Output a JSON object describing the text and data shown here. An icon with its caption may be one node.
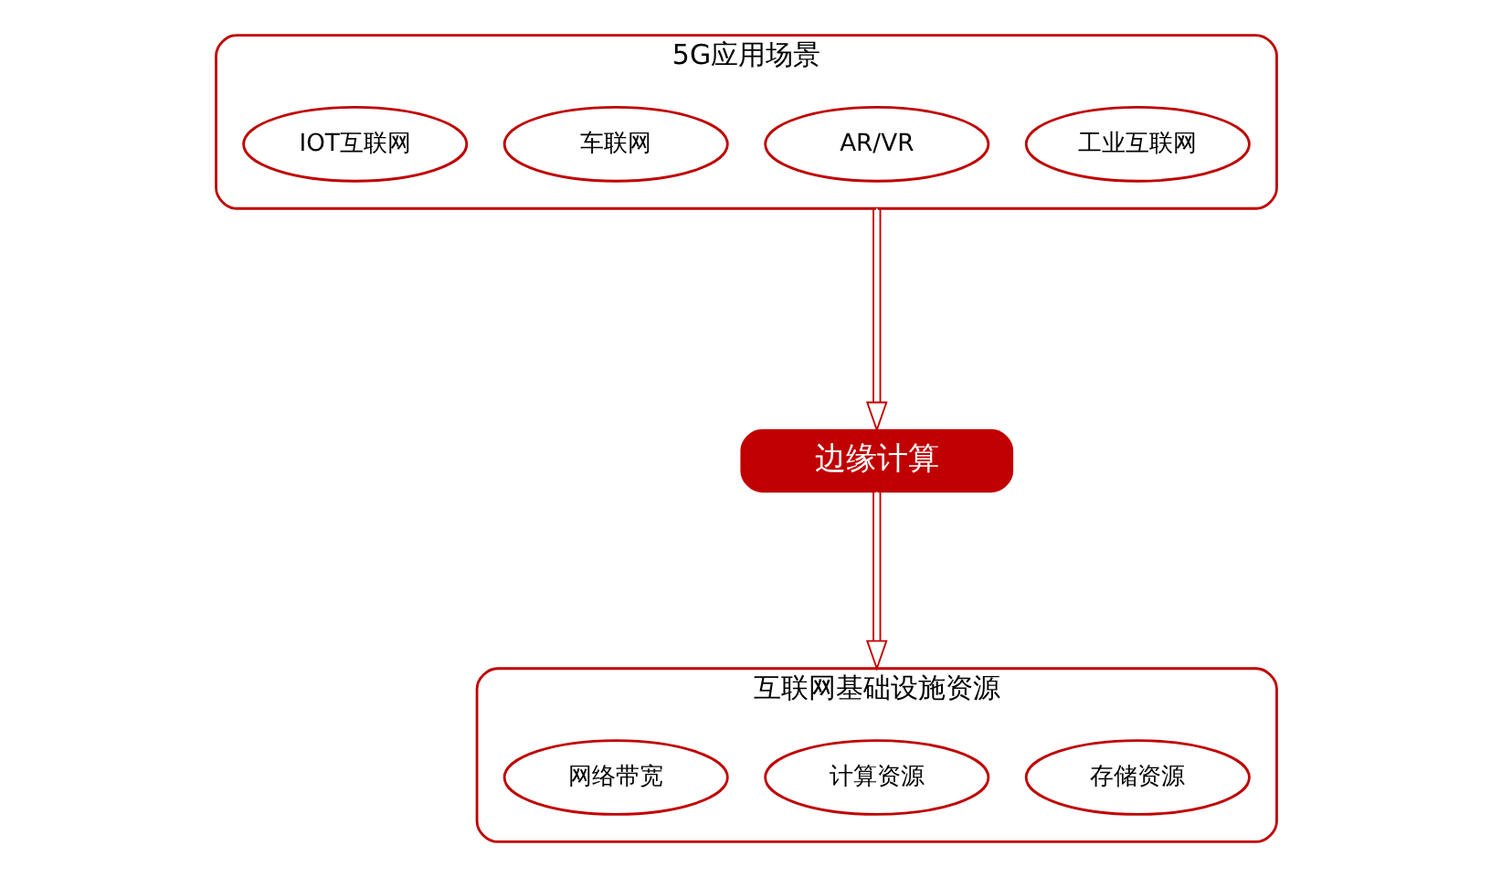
{
  "diagram": {
    "nodes": [
      {
        "text": [
          "5G应用场景"
        ]
      },
      {
        "text": [
          "IOT互联网"
        ],
        "in": 0
      },
      {
        "text": [
          "车联网"
        ],
        "in": 0
      },
      {
        "text": [
          "AR/VR"
        ],
        "in": 0
      },
      {
        "text": [
          "工业互联网"
        ],
        "in": 0
      },
      {
        "text": [
          "边缘计算"
        ]
      },
      {
        "text": [
          "互联网基础设施资源"
        ]
      },
      {
        "text": [
          "网络带宽"
        ],
        "in": 6
      },
      {
        "text": [
          "计算资源"
        ],
        "in": 6
      },
      {
        "text": [
          "存储资源"
        ],
        "in": 6
      }
    ],
    "edges": [
      {
        "from": 0,
        "to": 5,
        "arrow": "to"
      },
      {
        "from": 5,
        "to": 6,
        "arrow": "to"
      }
    ]
  }
}
